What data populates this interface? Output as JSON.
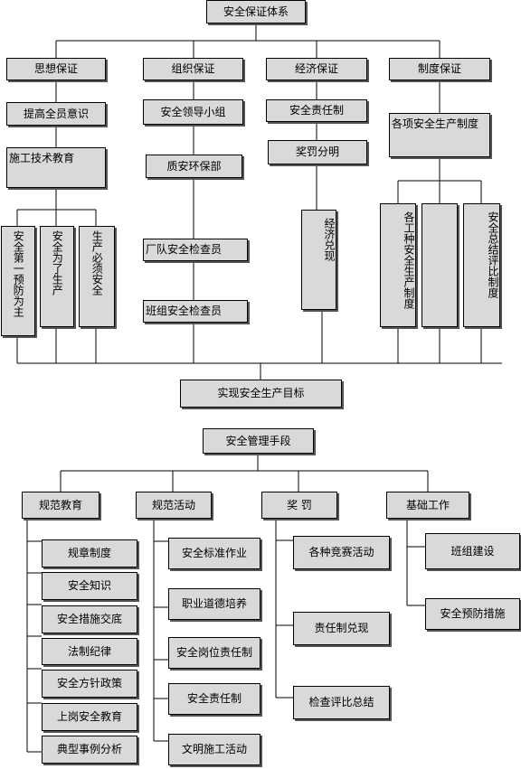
{
  "top_chart": {
    "root": "安全保证体系",
    "columns": {
      "thought": {
        "header": "思想保证",
        "items": [
          "提高全员意识",
          "施工技术教育"
        ],
        "leaves": [
          "安全第一预防为主",
          "安全为了生产",
          "生产必须安全"
        ]
      },
      "org": {
        "header": "组织保证",
        "items": [
          "安全领导小组",
          "质安环保部",
          "厂队安全检查员",
          "班组安全检查员"
        ]
      },
      "econ": {
        "header": "经济保证",
        "items": [
          "安全责任制",
          "奖罚分明",
          "经济兑现"
        ]
      },
      "system": {
        "header": "制度保证",
        "items": [
          "各项安全生产制度"
        ],
        "leaves": [
          "各工种安全生产制度",
          "",
          "安全总结评比制度"
        ]
      }
    },
    "goal": "实现安全生产目标"
  },
  "bottom_chart": {
    "root": "安全管理手段",
    "columns": {
      "edu": {
        "header": "规范教育",
        "items": [
          "规章制度",
          "安全知识",
          "安全措施交底",
          "法制纪律",
          "安全方针政策",
          "上岗安全教育",
          "典型事例分析"
        ]
      },
      "act": {
        "header": "规范活动",
        "items": [
          "安全标准作业",
          "职业道德培养",
          "安全岗位责任制",
          "安全责任制",
          "文明施工活动"
        ]
      },
      "reward": {
        "header": "奖    罚",
        "items": [
          "各种竞赛活动",
          "责任制兑现",
          "检查评比总结"
        ]
      },
      "base": {
        "header": "基础工作",
        "items": [
          "班组建设",
          "安全预防措施"
        ]
      }
    }
  }
}
